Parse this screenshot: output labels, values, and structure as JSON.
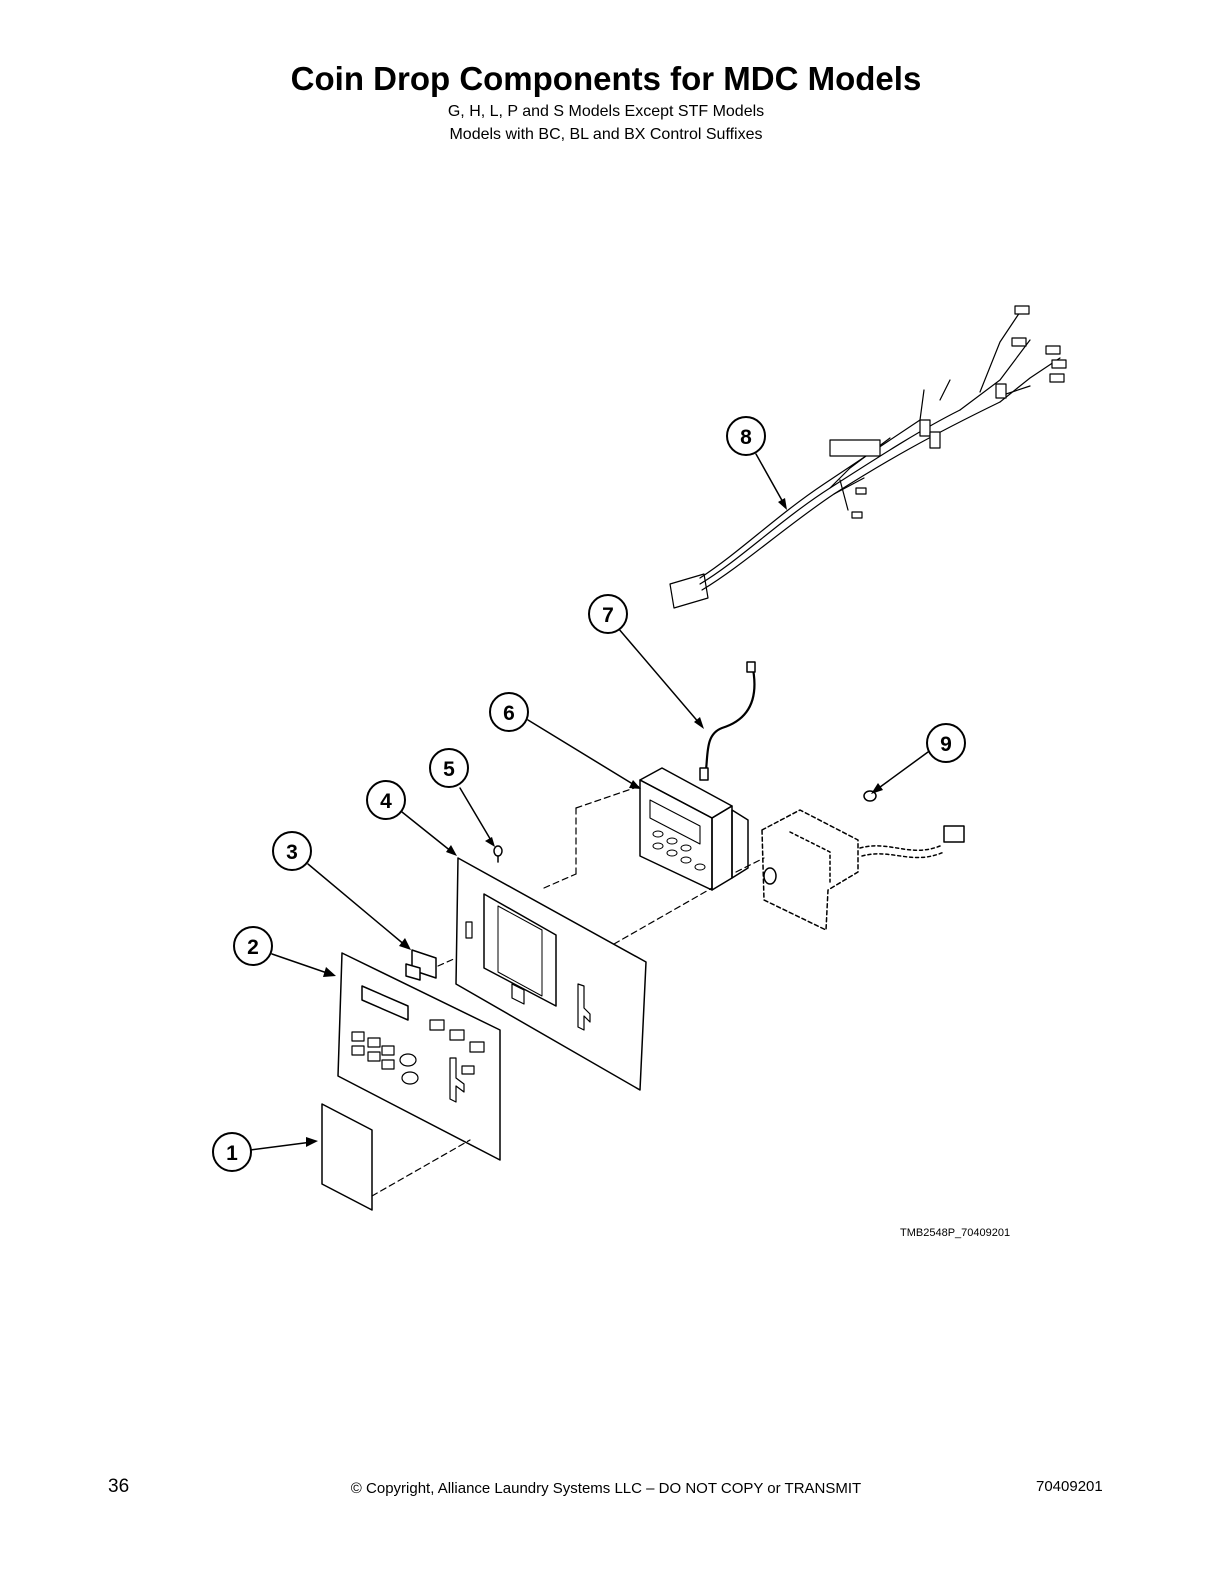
{
  "title": "Coin Drop Components for MDC Models",
  "subtitle_lines": [
    "G, H, L, P and S Models Except STF Models",
    "Models with BC, BL and BX Control Suffixes"
  ],
  "callouts": [
    "1",
    "2",
    "3",
    "4",
    "5",
    "6",
    "7",
    "8",
    "9"
  ],
  "figure_code": "TMB2548P_70409201",
  "footer": {
    "page_number": "36",
    "copyright": "© Copyright, Alliance Laundry Systems LLC – DO NOT COPY or TRANSMIT",
    "doc_number": "70409201"
  }
}
